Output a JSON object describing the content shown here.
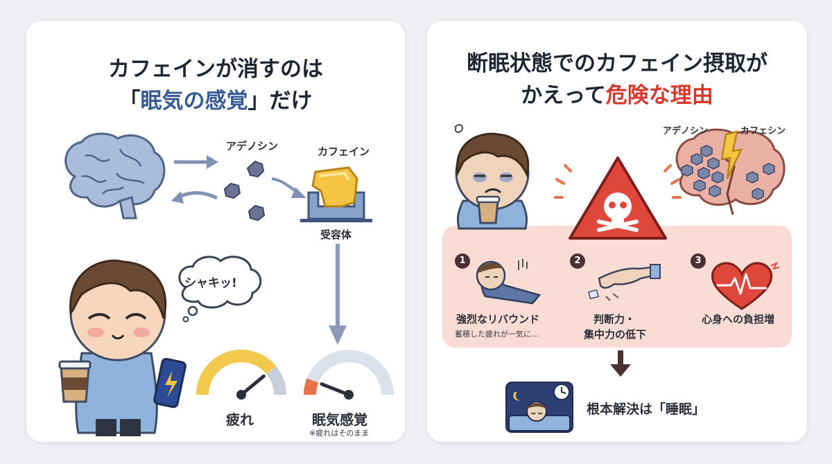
{
  "left": {
    "title_line1": "カフェインが消すのは",
    "title_line2_open": "「",
    "title_line2_emph": "眠気の感覚",
    "title_line2_close": "」だけ",
    "adenosine_label": "アデノシン",
    "caffeine_label": "カフェイン",
    "receptor_label": "受容体",
    "speech_text": "シャキッ!",
    "gauge_fatigue_label": "疲れ",
    "gauge_sleepiness_label": "眠気感覚",
    "gauge_note": "※疲れはそのまま",
    "gauge_fatigue_level": 0.78,
    "gauge_sleepiness_level": 0.12
  },
  "right": {
    "title_line1": "断眠状態でのカフェイン摂取が",
    "title_line2_plain": "かえって",
    "title_line2_emph": "危険な理由",
    "adenosine_label": "アデノシン",
    "caffeine_label": "カフェシン",
    "reasons": [
      {
        "num": "1",
        "title": "強烈なリバウンド",
        "sub": "蓄積した疲れが一気に…"
      },
      {
        "num": "2",
        "title_line1": "判断力・",
        "title_line2": "集中力の低下"
      },
      {
        "num": "3",
        "title": "心身への負担増"
      }
    ],
    "conclusion": "根本解決は「睡眠」"
  },
  "colors": {
    "accent_blue": "#355a96",
    "accent_red": "#d8382c",
    "pink_box": "#f9dcd4",
    "brain_blue": "#a9bcd9",
    "warning_red": "#e0473b",
    "caffeine_yellow": "#f5c443"
  }
}
